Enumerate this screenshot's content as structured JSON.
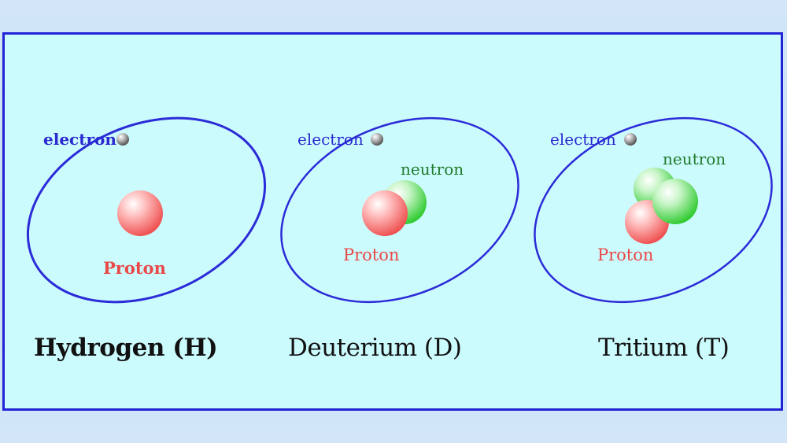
{
  "atoms": [
    {
      "name": "Hydrogen (H)",
      "labels": {
        "electron": "electron",
        "proton": "Proton",
        "neutron": ""
      }
    },
    {
      "name": "Deuterium (D)",
      "labels": {
        "electron": "electron",
        "proton": "Proton",
        "neutron": "neutron"
      }
    },
    {
      "name": "Tritium (T)",
      "labels": {
        "electron": "electron",
        "proton": "Proton",
        "neutron": "neutron"
      }
    }
  ],
  "colors": {
    "orbit": "#2b2bd8",
    "electron_label": "#2a2ad0",
    "proton_label": "#e84848",
    "neutron_label": "#1f7a2a",
    "proton": "#ff7070",
    "neutron": "#52dd52",
    "electron": "#8c8c8c",
    "panel_bg": "#ccfbfd",
    "panel_border": "#2323d6"
  },
  "icons": [
    "electron-particle-icon",
    "proton-particle-icon",
    "neutron-particle-icon"
  ]
}
